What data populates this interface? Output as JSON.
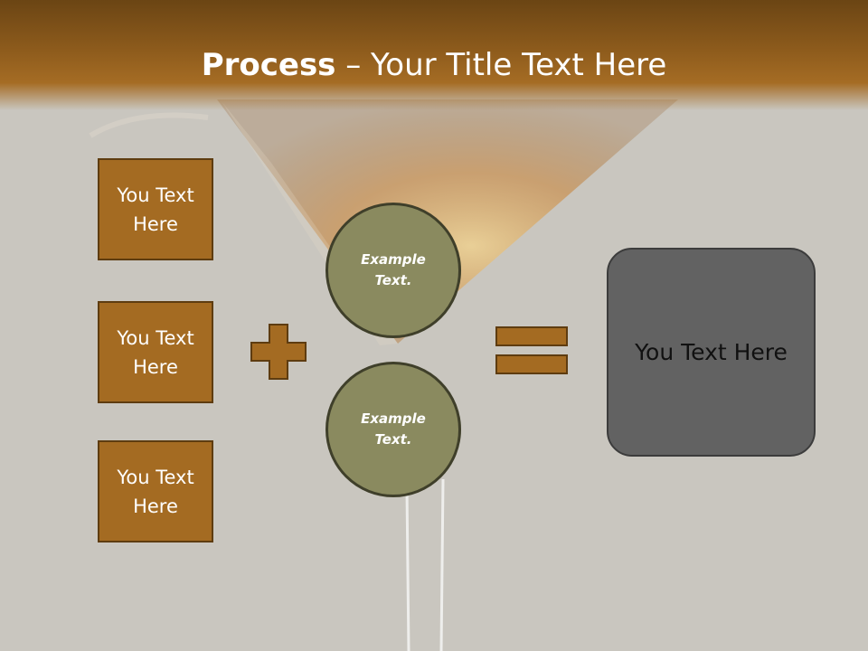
{
  "slide": {
    "title_bold": "Process",
    "title_rest": " – Your Title Text Here"
  },
  "inputs": [
    {
      "label": "You Text Here"
    },
    {
      "label": "You Text Here"
    },
    {
      "label": "You Text Here"
    }
  ],
  "circles": [
    {
      "label": "Example Text."
    },
    {
      "label": "Example Text."
    }
  ],
  "result": {
    "label": "You Text Here"
  },
  "colors": {
    "header": "#8d5b1c",
    "box_fill": "#a46b22",
    "circle_fill": "#8a8a5f",
    "result_fill": "#626262",
    "background": "#c9c6bf"
  },
  "icons": [
    "plus-icon",
    "equals-icon"
  ]
}
